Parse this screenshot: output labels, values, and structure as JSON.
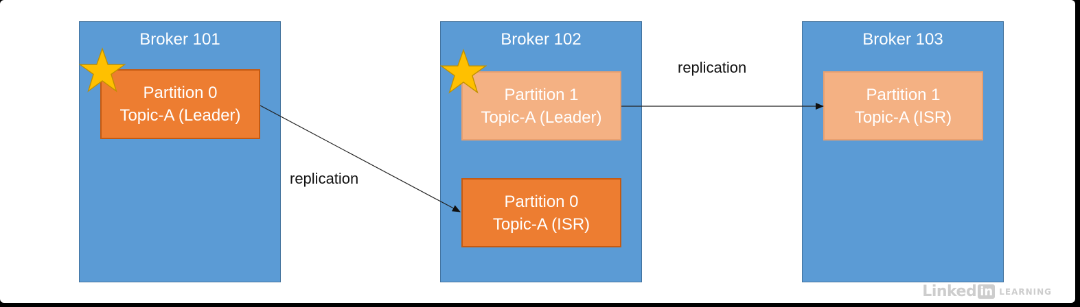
{
  "brokers": [
    {
      "title": "Broker 101",
      "partitions": [
        {
          "line1": "Partition 0",
          "line2": "Topic-A (Leader)",
          "style": "dark",
          "leader_star": true
        }
      ]
    },
    {
      "title": "Broker 102",
      "partitions": [
        {
          "line1": "Partition 1",
          "line2": "Topic-A (Leader)",
          "style": "light",
          "leader_star": true
        },
        {
          "line1": "Partition 0",
          "line2": "Topic-A (ISR)",
          "style": "dark",
          "leader_star": false
        }
      ]
    },
    {
      "title": "Broker 103",
      "partitions": [
        {
          "line1": "Partition 1",
          "line2": "Topic-A (ISR)",
          "style": "light",
          "leader_star": false
        }
      ]
    }
  ],
  "replication_labels": {
    "p0_link": "replication",
    "p1_link": "replication"
  },
  "edges": [
    {
      "from": "Broker 101 / Partition 0 (Leader)",
      "to": "Broker 102 / Partition 0 (ISR)",
      "label": "replication"
    },
    {
      "from": "Broker 102 / Partition 1 (Leader)",
      "to": "Broker 103 / Partition 1 (ISR)",
      "label": "replication"
    }
  ],
  "colors": {
    "broker": "#5b9bd5",
    "partition_dark": "#ed7d31",
    "partition_light": "#f4b183",
    "star": "#ffc000"
  },
  "icons": {
    "leader_marker": "star-icon"
  },
  "watermark": {
    "brand": "Linked",
    "brand_box": "in",
    "suffix": "LEARNING"
  }
}
